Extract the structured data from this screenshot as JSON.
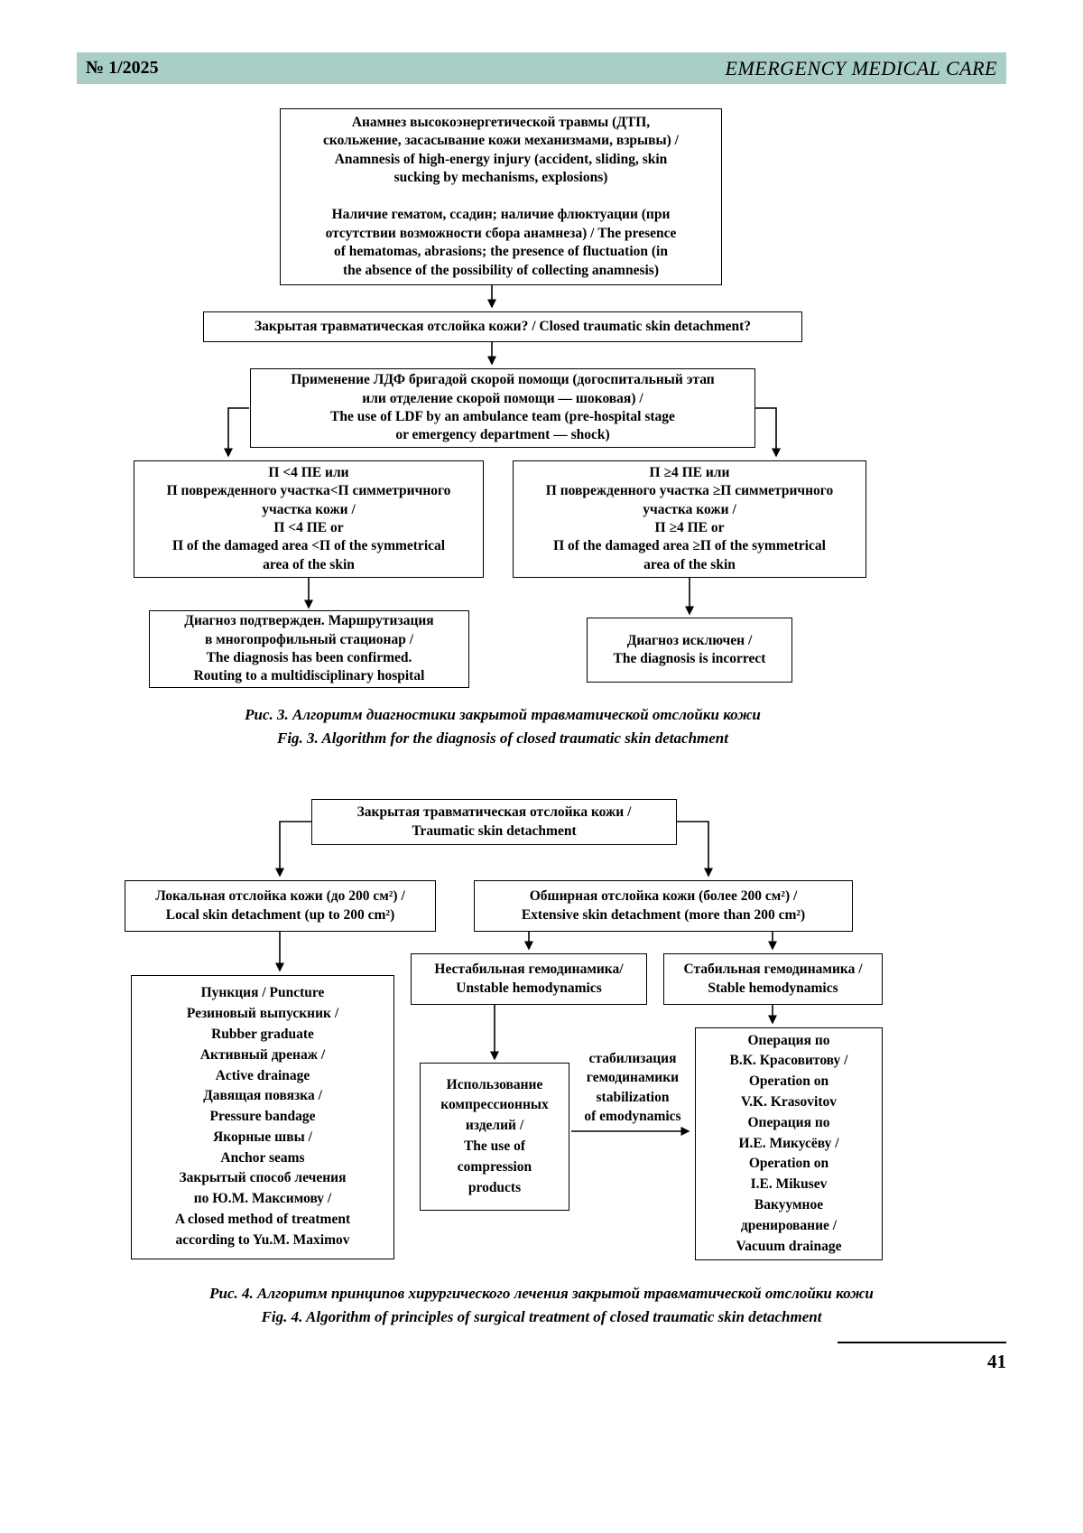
{
  "header": {
    "issue": "№ 1/2025",
    "journal": "EMERGENCY MEDICAL CARE"
  },
  "colors": {
    "header_bar": "#a9cec5"
  },
  "fig3": {
    "anamnesis": "Анамнез высокоэнергетической травмы (ДТП,\nскольжение, засасывание кожи механизмами, взрывы) /\nAnamnesis of high-energy injury (accident, sliding, skin\nsucking by mechanisms, explosions)\n\nНаличие гематом, ссадин; наличие флюктуации (при\nотсутствии возможности сбора анамнеза) / The presence\nof hematomas, abrasions; the presence of fluctuation (in\nthe absence of the possibility of collecting anamnesis)",
    "question": "Закрытая травматическая отслойка кожи? / Closed traumatic skin detachment?",
    "ldf": "Применение ЛДФ бригадой скорой помощи (догоспитальный этап\nили отделение скорой помощи — шоковая) /\nThe use of LDF by an ambulance team (pre-hospital stage\nor emergency department — shock)",
    "low": "П <4 ПЕ или\nП поврежденного участка<П симметричного\nучастка кожи /\nП <4 ПЕ or\nП of the damaged area <П of the symmetrical\narea of the skin",
    "high": "П ≥4 ПЕ или\nП поврежденного участка ≥П симметричного\nучастка кожи /\nП ≥4 ПЕ or\nП of the damaged area ≥П of the symmetrical\narea of the skin",
    "confirmed": "Диагноз подтвержден. Маршрутизация\nв многопрофильный стационар /\nThe diagnosis has been confirmed.\nRouting to a multidisciplinary hospital",
    "excluded": "Диагноз исключен /\nThe diagnosis is incorrect",
    "caption_ru": "Рис. 3. Алгоритм диагностики закрытой травматической отслойки кожи",
    "caption_en": "Fig. 3. Algorithm for the diagnosis of closed traumatic skin detachment"
  },
  "fig4": {
    "root": "Закрытая травматическая отслойка кожи /\nTraumatic skin detachment",
    "local": "Локальная отслойка кожи (до 200 см²) /\nLocal skin detachment (up to 200 cm²)",
    "extensive": "Обширная отслойка кожи (более 200 см²) /\nExtensive skin detachment (more than 200 cm²)",
    "local_treatments": "Пункция / Puncture\nРезиновый выпускник /\nRubber graduate\nАктивный дренаж /\nActive drainage\nДавящая повязка /\nPressure bandage\nЯкорные швы /\nAnchor seams\nЗакрытый способ лечения\nпо Ю.М. Максимову /\nA closed method of treatment\naccording to Yu.M. Maximov",
    "unstable": "Нестабильная гемодинамика/\nUnstable hemodynamics",
    "stable": "Стабильная гемодинамика /\nStable hemodynamics",
    "compression": "Использование\nкомпрессионных\nизделий /\nThe use of\ncompression\nproducts",
    "stabilization_label": "стабилизация\nгемодинамики\nstabilization\nof emodynamics",
    "operations": "Операция по\nВ.К. Красовитову /\nOperation on\nV.K. Krasovitov\nОперация по\nИ.Е. Микусёву /\nOperation on\nI.E. Mikusev\nВакуумное\nдренирование /\nVacuum drainage",
    "caption_ru": "Рис. 4. Алгоритм принципов хирургического лечения закрытой травматической отслойки кожи",
    "caption_en": "Fig. 4. Algorithm of principles of surgical treatment of closed traumatic skin detachment"
  },
  "footer": {
    "page_number": "41"
  }
}
